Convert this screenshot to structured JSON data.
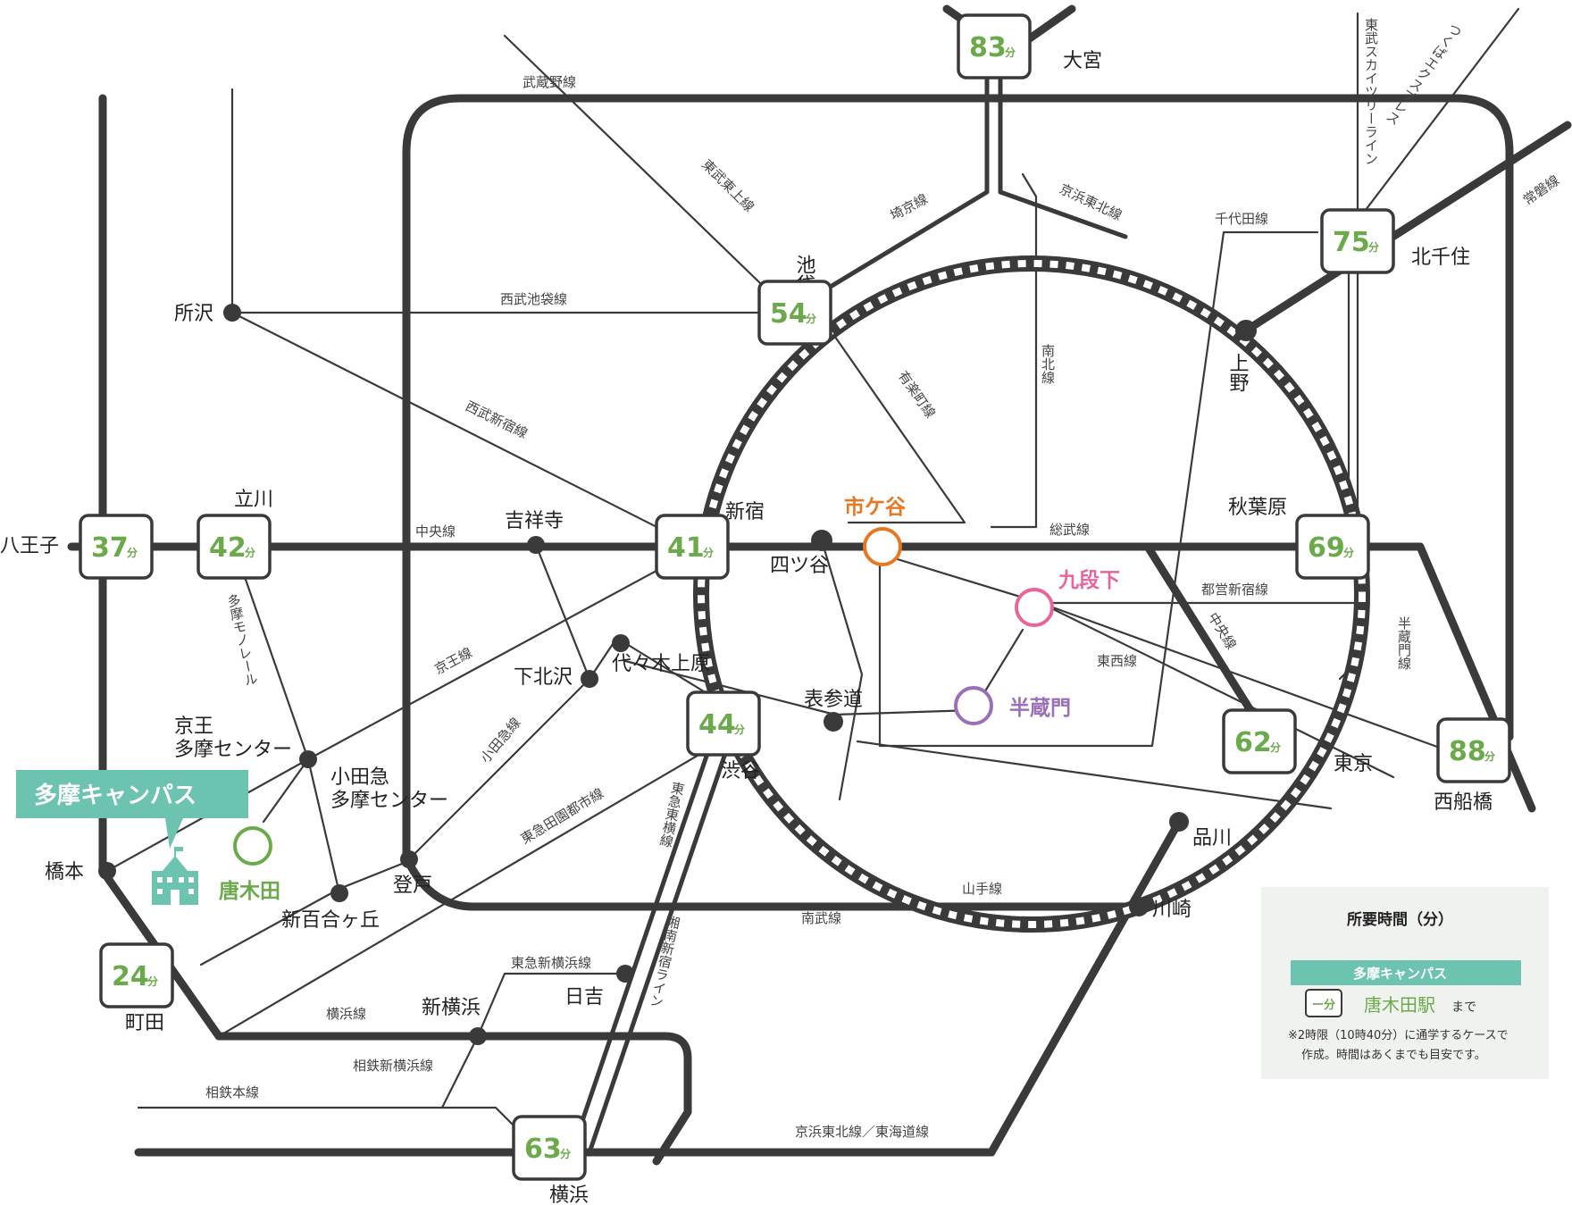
{
  "colors": {
    "line": "#3a3a3a",
    "time_green": "#6aaa4a",
    "campus_teal": "#6cc3b0",
    "ichigaya": "#e87722",
    "kudanshita": "#e8659b",
    "hanzomon": "#9b6fb7",
    "karakida": "#6aaa4a",
    "legend_bg": "#f0f2ef"
  },
  "time_boxes": [
    {
      "station": "八王子",
      "minutes": "37"
    },
    {
      "station": "立川",
      "minutes": "42"
    },
    {
      "station": "新宿",
      "minutes": "41"
    },
    {
      "station": "池袋",
      "minutes": "54"
    },
    {
      "station": "大宮",
      "minutes": "83"
    },
    {
      "station": "北千住",
      "minutes": "75"
    },
    {
      "station": "秋葉原",
      "minutes": "69"
    },
    {
      "station": "東京",
      "minutes": "62"
    },
    {
      "station": "西船橋",
      "minutes": "88"
    },
    {
      "station": "渋谷",
      "minutes": "44"
    },
    {
      "station": "町田",
      "minutes": "24"
    },
    {
      "station": "横浜",
      "minutes": "63"
    }
  ],
  "minute_unit": "分",
  "stations": {
    "hachioji": "八王子",
    "tachikawa": "立川",
    "shinjuku": "新宿",
    "ikebukuro": "池袋",
    "omiya": "大宮",
    "kitasenju": "北千住",
    "akihabara": "秋葉原",
    "tokyo": "東京",
    "nishifunabashi": "西船橋",
    "shibuya": "渋谷",
    "machida": "町田",
    "yokohama": "横浜",
    "tokorozawa": "所沢",
    "kichijoji": "吉祥寺",
    "yotsuya": "四ツ谷",
    "ueno": "上野",
    "shimokitazawa": "下北沢",
    "yoyogiuehara": "代々木上原",
    "omotesando": "表参道",
    "keio_tama_center": "京王\n多摩センター",
    "odakyu_tama_center": "小田急\n多摩センター",
    "hashimoto": "橋本",
    "shinyurigaoka": "新百合ヶ丘",
    "noborito": "登戸",
    "shinagawa": "品川",
    "kawasaki": "川崎",
    "hiyoshi": "日吉",
    "shinyokohama": "新横浜"
  },
  "highlight_stations": {
    "ichigaya": "市ケ谷",
    "kudanshita": "九段下",
    "hanzomon": "半蔵門",
    "karakida": "唐木田"
  },
  "lines": {
    "musashino": "武蔵野線",
    "tobu_tojo": "東武東上線",
    "saikyo": "埼京線",
    "keihin_tohoku": "京浜東北線",
    "chiyoda": "千代田線",
    "tobu_skytree": "東武スカイツリーライン",
    "tsukuba": "つくばエクスプレス",
    "joban": "常磐線",
    "seibu_ikebukuro": "西武池袋線",
    "yurakucho": "有楽町線",
    "nanboku": "南北線",
    "seibu_shinjuku": "西武新宿線",
    "chuo": "中央線",
    "sobu": "総武線",
    "toei_shinjuku": "都営新宿線",
    "tama_monorail": "多摩モノレール",
    "keio": "京王線",
    "chuo_rapid": "中央線",
    "hanzomon": "半蔵門線",
    "tozai": "東西線",
    "odakyu": "小田急線",
    "den_en_toshi": "東急田園都市線",
    "toyoko": "東急東横線",
    "yamanote": "山手線",
    "nambu": "南武線",
    "shonan_shinjuku": "湘南新宿ライン",
    "toyoko_shinyokohama": "東急新横浜線",
    "yokohama_line": "横浜線",
    "sotetsu_shinyokohama": "相鉄新横浜線",
    "sotetsu": "相鉄本線",
    "keihin_tokaido": "京浜東北線／東海道線"
  },
  "campus": {
    "name": "多摩キャンパス"
  },
  "legend": {
    "title": "所要時間（分）",
    "campus_label": "多摩キャンパス",
    "sample_box": "ー分",
    "to_station": "唐木田駅",
    "to_suffix": "まで",
    "note_line1": "※2時限（10時40分）に通学するケースで",
    "note_line2": "作成。時間はあくまでも目安です。"
  }
}
